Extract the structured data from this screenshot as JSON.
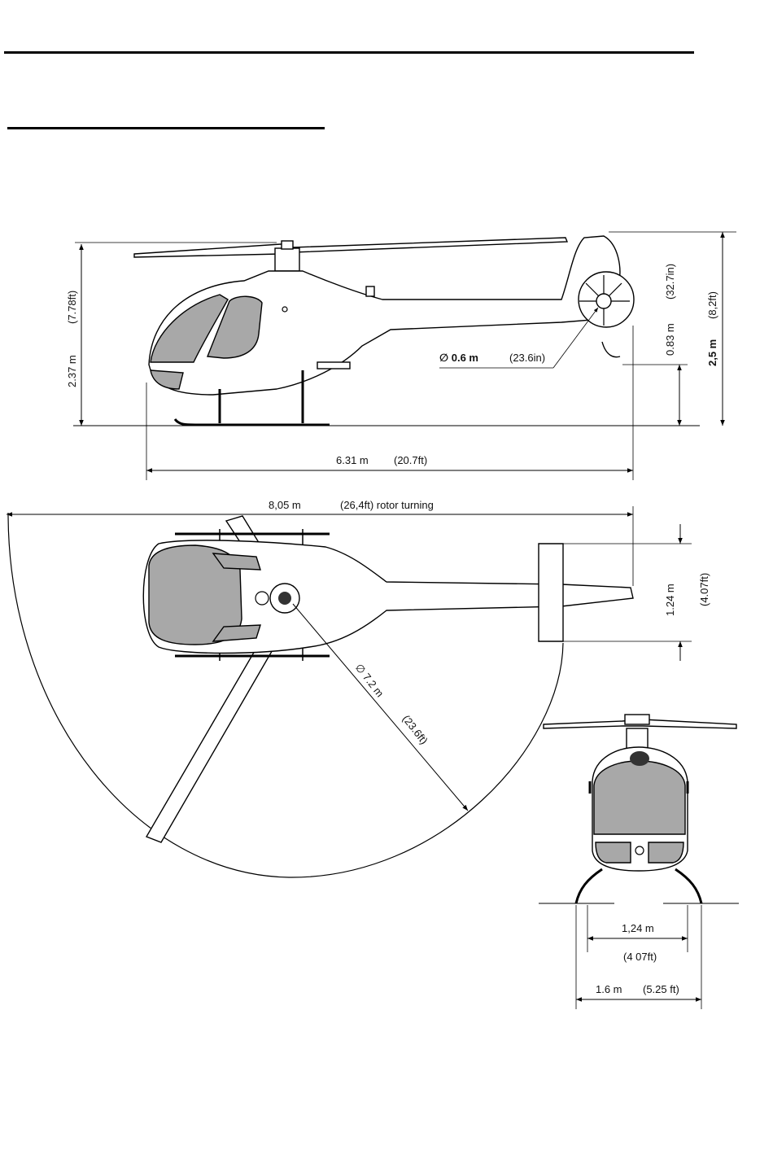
{
  "side_view": {
    "height_overall": "2.37  m",
    "height_overall_ft": "(7.78ft)",
    "tail_height_m": "2,5  m",
    "tail_height_ft": "(8,2ft)",
    "fenestron_height_m": "0.83  m",
    "fenestron_height_in": "(32.7in)",
    "fenestron_diameter_m": "∅  0.6 m",
    "fenestron_diameter_in": "(23.6in)",
    "length_m": "6.31  m",
    "length_ft": "(20.7ft)"
  },
  "top_view": {
    "rotor_turning_m": "8,05  m",
    "rotor_turning_ft": "(26,4ft) rotor turning",
    "rotor_diameter_m": "∅  7.2 m",
    "rotor_diameter_ft": "(23.6ft)",
    "stabilizer_span_m": "1.24  m",
    "stabilizer_span_ft": "(4.07ft)"
  },
  "front_view": {
    "skid_track_m": "1,24  m",
    "skid_track_ft": "(4 07ft)",
    "skid_width_m": "1.6  m",
    "skid_width_ft": "(5.25 ft)"
  },
  "colors": {
    "line": "#000000",
    "glass": "#a8a8a8",
    "background": "#ffffff"
  }
}
